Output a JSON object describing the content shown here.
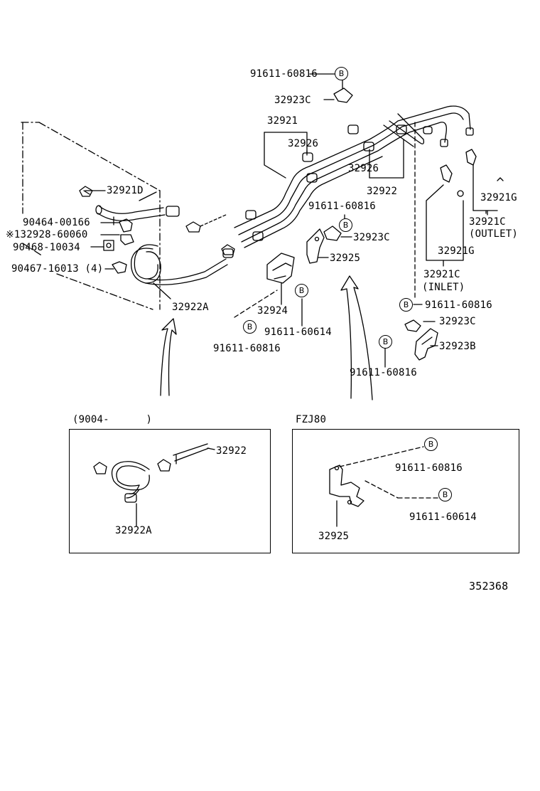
{
  "bolt_symbol": "B",
  "labels": {
    "p91611_60816_top": "91611-60816",
    "p32923C_top": "32923C",
    "p32921": "32921",
    "p32926_a": "32926",
    "p32926_b": "32926",
    "p32922": "32922",
    "p32921D": "32921D",
    "p90464": "90464-00166",
    "p132928": "※132928-60060",
    "p90468": "90468-10034",
    "p90467": "90467-16013 (4)",
    "p32922A": "32922A",
    "p91611_60816_mid": "91611-60816",
    "p32923C_mid": "32923C",
    "p32925": "32925",
    "p32924": "32924",
    "p91611_60614": "91611-60614",
    "p91611_60816_left": "91611-60816",
    "p32921G_a": "32921G",
    "p32921C_outlet": "32921C",
    "outlet": "(OUTLET)",
    "p32921G_b": "32921G",
    "p32921C_inlet": "32921C",
    "inlet": "(INLET)",
    "p91611_60816_right": "91611-60816",
    "p32923C_right": "32923C",
    "p32923B": "32923B",
    "p91611_60816_bottom": "91611-60816",
    "box1_title": "(9004-      )",
    "box1_32922": "32922",
    "box1_32922A": "32922A",
    "box2_title": "FZJ80",
    "box2_91611_60816": "91611-60816",
    "box2_91611_60614": "91611-60614",
    "box2_32925": "32925",
    "diagram_number": "352368"
  }
}
